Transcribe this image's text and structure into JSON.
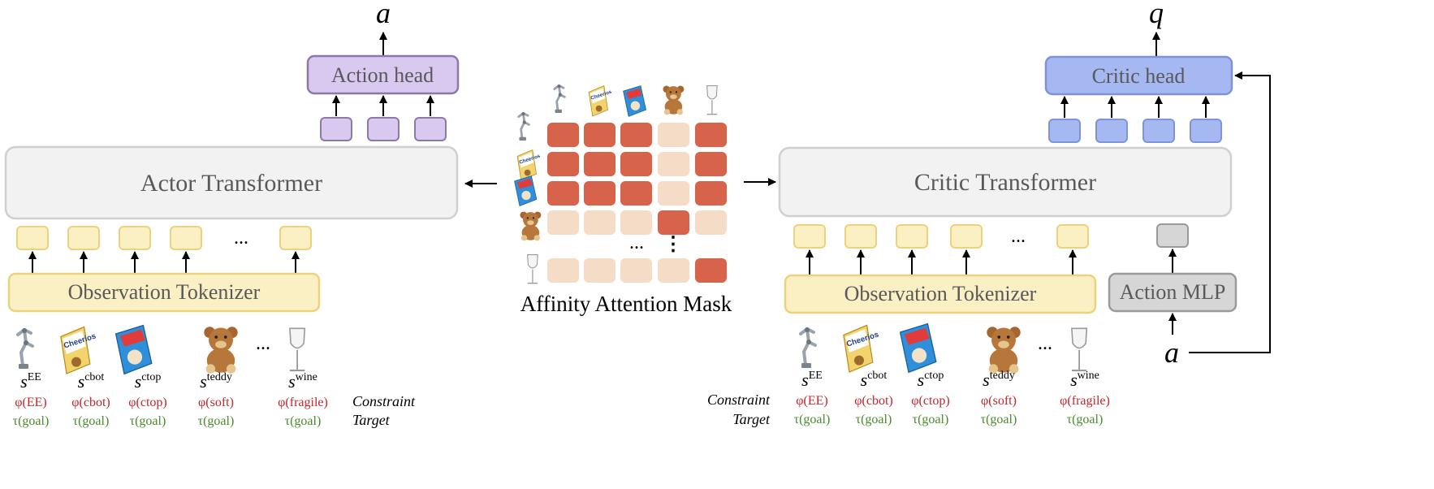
{
  "actor": {
    "output_symbol": "a",
    "head_label": "Action head",
    "transformer_label": "Actor Transformer",
    "tokenizer_label": "Observation Tokenizer",
    "ellipsis": "...",
    "objects": [
      {
        "icon": "robot-arm-icon",
        "state": "s",
        "state_sup": "EE",
        "constraint": "φ(EE)",
        "target": "τ(goal)"
      },
      {
        "icon": "cheerios-box-icon",
        "state": "s",
        "state_sup": "cbot",
        "constraint": "φ(cbot)",
        "target": "τ(goal)"
      },
      {
        "icon": "cereal-box-icon",
        "state": "s",
        "state_sup": "ctop",
        "constraint": "φ(ctop)",
        "target": "τ(goal)"
      },
      {
        "icon": "teddy-bear-icon",
        "state": "s",
        "state_sup": "teddy",
        "constraint": "φ(soft)",
        "target": "τ(goal)"
      },
      {
        "icon": "wine-glass-icon",
        "state": "s",
        "state_sup": "wine",
        "constraint": "φ(fragile)",
        "target": "τ(goal)"
      }
    ],
    "legend": {
      "line1": "Constraint",
      "line2": "Target"
    }
  },
  "mask": {
    "caption": "Affinity Attention Mask",
    "row_ellipsis": "...",
    "col_ellipsis": "⋮",
    "cells": [
      [
        1,
        1,
        1,
        0,
        1
      ],
      [
        1,
        1,
        1,
        0,
        1
      ],
      [
        1,
        1,
        1,
        0,
        1
      ],
      [
        0,
        0,
        0,
        1,
        0
      ],
      [
        0,
        0,
        0,
        0,
        1
      ]
    ],
    "colors": {
      "on": "#d6634a",
      "off": "#f4dcc7"
    }
  },
  "critic": {
    "output_symbol": "q",
    "head_label": "Critic head",
    "transformer_label": "Critic Transformer",
    "tokenizer_label": "Observation Tokenizer",
    "action_mlp_label": "Action MLP",
    "action_input_symbol": "a",
    "ellipsis": "...",
    "objects": [
      {
        "icon": "robot-arm-icon",
        "state": "s",
        "state_sup": "EE",
        "constraint": "φ(EE)",
        "target": "τ(goal)"
      },
      {
        "icon": "cheerios-box-icon",
        "state": "s",
        "state_sup": "cbot",
        "constraint": "φ(cbot)",
        "target": "τ(goal)"
      },
      {
        "icon": "cereal-box-icon",
        "state": "s",
        "state_sup": "ctop",
        "constraint": "φ(ctop)",
        "target": "τ(goal)"
      },
      {
        "icon": "teddy-bear-icon",
        "state": "s",
        "state_sup": "teddy",
        "constraint": "φ(soft)",
        "target": "τ(goal)"
      },
      {
        "icon": "wine-glass-icon",
        "state": "s",
        "state_sup": "wine",
        "constraint": "φ(fragile)",
        "target": "τ(goal)"
      }
    ],
    "legend": {
      "line1": "Constraint",
      "line2": "Target"
    }
  },
  "colors": {
    "action_fill": "#d9c8f0",
    "action_stroke": "#8a7aa6",
    "critic_fill": "#a5b8f2",
    "critic_stroke": "#7f93d6",
    "transformer_fill": "#f2f2f2",
    "transformer_stroke": "#cfcfcf",
    "token_fill": "#fbefc4",
    "token_stroke": "#ecd27c",
    "mlp_fill": "#d6d6d6",
    "mlp_stroke": "#9a9a9a",
    "constraint_text": "#c0272d",
    "target_text": "#4b8a2e"
  }
}
